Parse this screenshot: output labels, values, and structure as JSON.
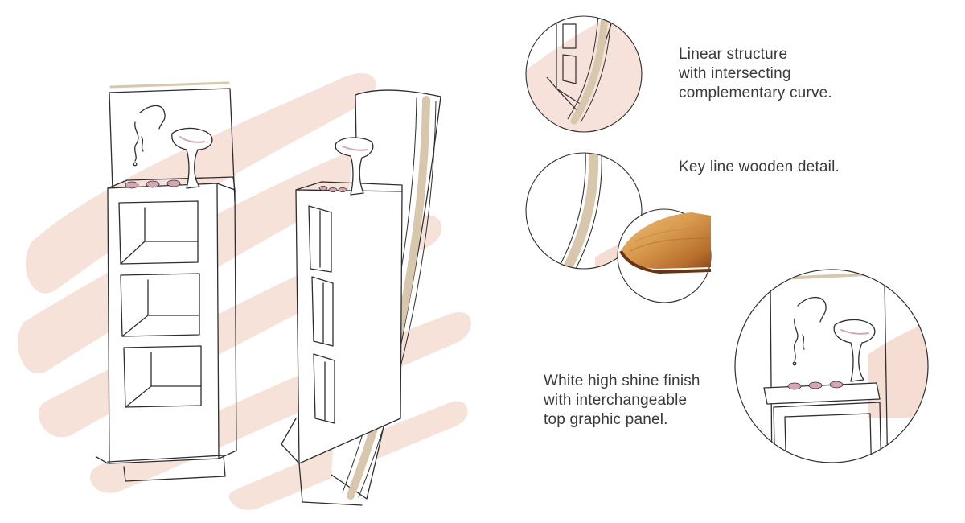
{
  "captions": {
    "structure": [
      "Linear structure",
      "with intersecting",
      "complementary curve."
    ],
    "wood": [
      "Key line wooden detail."
    ],
    "finish": [
      "White high shine finish",
      "with interchangeable",
      "top graphic panel."
    ]
  },
  "colors": {
    "wash": "#f5ddd3",
    "ink": "#2e2e2e",
    "wood_stripe": "#d8c6ad",
    "wood_sample_light": "#e9b46a",
    "wood_sample_dark": "#8a4a1c",
    "button_pink": "#d7a4b4"
  },
  "illustrations": [
    "display-stand-front-sketch",
    "display-stand-angled-sketch",
    "detail-curve-circle",
    "detail-wood-keyline-circle",
    "wood-sample-swatch",
    "detail-top-panel-circle"
  ]
}
